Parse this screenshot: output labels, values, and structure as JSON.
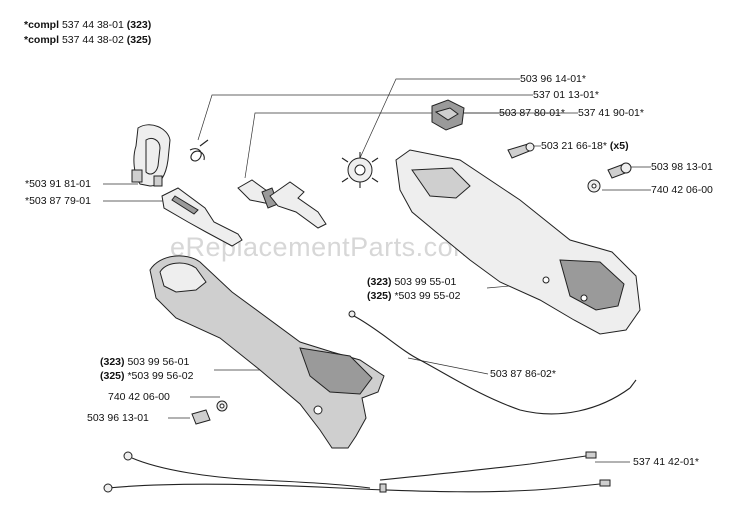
{
  "header": {
    "line1_prefix": "*compl",
    "line1_number": "537 44 38-01",
    "line1_model": "(323)",
    "line2_prefix": "*compl",
    "line2_number": "537 44 38-02",
    "line2_model": "(325)"
  },
  "watermark": "eReplacementParts.com",
  "labels": {
    "p537011301": "537 01 13-01*",
    "p503878001": "503 87 80-01*",
    "p503961401": "503 96 14-01*",
    "p537419001": "537 41 90-01*",
    "p503216618": "503 21 66-18*",
    "p503216618_qty": "(x5)",
    "p503981301": "503 98 13-01",
    "p740420600_top": "740 42 06-00",
    "p503918101": "*503 91 81-01",
    "p503877901": "*503 87 79-01",
    "p503995501_model": "(323)",
    "p503995501": "503 99 55-01",
    "p503995502_model": "(325)",
    "p503995502": "*503 99 55-02",
    "p503995601_model": "(323)",
    "p503995601": "503 99 56-01",
    "p503995602_model": "(325)",
    "p503995602": "*503 99 56-02",
    "p740420600_bottom": "740 42 06-00",
    "p503961301": "503 96 13-01",
    "p503878602": "503 87 86-02*",
    "p537414201": "537 41 42-01*"
  }
}
